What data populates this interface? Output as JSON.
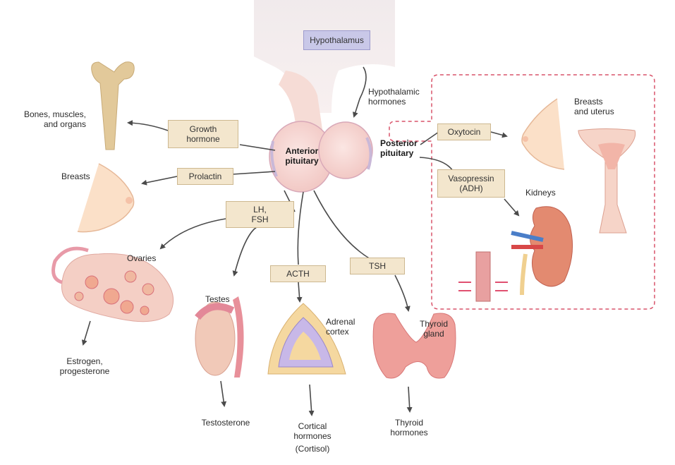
{
  "hypothalamus": "Hypothalamus",
  "hypothalamic_hormones": "Hypothalamic\nhormones",
  "anterior_pituitary": "Anterior\npituitary",
  "posterior_pituitary": "Posterior\npituitary",
  "hormones": {
    "growth_hormone": "Growth\nhormone",
    "prolactin": "Prolactin",
    "lh_fsh": "LH,\nFSH",
    "acth": "ACTH",
    "tsh": "TSH",
    "oxytocin": "Oxytocin",
    "vasopressin": "Vasopressin\n(ADH)"
  },
  "targets": {
    "bones": "Bones, muscles,\nand organs",
    "breasts": "Breasts",
    "ovaries": "Ovaries",
    "testes": "Testes",
    "adrenal_cortex": "Adrenal\ncortex",
    "thyroid_gland": "Thyroid\ngland",
    "breasts_uterus": "Breasts\nand uterus",
    "kidneys": "Kidneys"
  },
  "products": {
    "estrogen": "Estrogen,\nprogesterone",
    "testosterone": "Testosterone",
    "cortical": "Cortical\nhormones",
    "cortisol": "(Cortisol)",
    "thyroid_hormones": "Thyroid\nhormones"
  },
  "colors": {
    "box_fill": "#f3e6cd",
    "hypothalamus_fill": "#c9c8e8",
    "pituitary_fill": "#f7d9d6",
    "dashed_border": "#d9536a",
    "bone": "#e2c99a",
    "arrow": "#4a4a4a"
  }
}
